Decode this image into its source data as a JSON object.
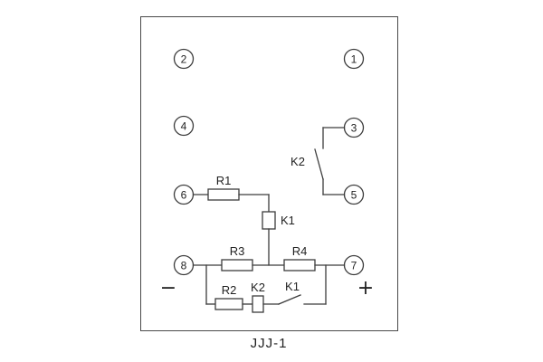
{
  "caption": "JJJ-1",
  "terminals": {
    "t1": "1",
    "t2": "2",
    "t3": "3",
    "t4": "4",
    "t5": "5",
    "t6": "6",
    "t7": "7",
    "t8": "8"
  },
  "components": {
    "r1": "R1",
    "r2": "R2",
    "r3": "R3",
    "r4": "R4",
    "k1_coil": "K1",
    "k2_coil": "K2",
    "k1_contact": "K1",
    "k2_contact": "K2"
  },
  "polarity": {
    "minus": "−",
    "plus": "+"
  },
  "colors": {
    "line": "#3c3c3c",
    "text": "#222222",
    "background": "#ffffff"
  }
}
